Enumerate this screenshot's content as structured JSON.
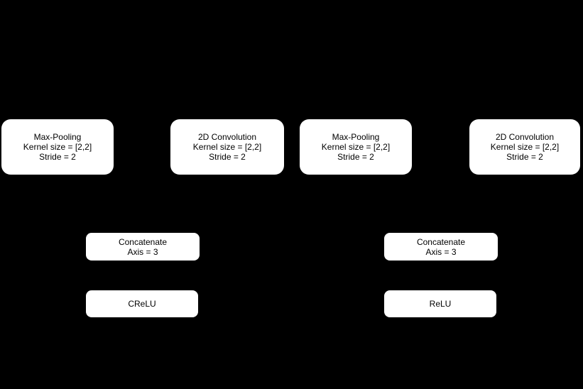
{
  "diagram": {
    "background_color": "#000000",
    "node_background_color": "#ffffff",
    "node_text_color": "#000000",
    "nodes": {
      "maxpool1": {
        "line1": "Max-Pooling",
        "line2": "Kernel size = [2,2]",
        "line3": "Stride = 2"
      },
      "conv1": {
        "line1": "2D Convolution",
        "line2": "Kernel size = [2,2]",
        "line3": "Stride = 2"
      },
      "maxpool2": {
        "line1": "Max-Pooling",
        "line2": "Kernel size = [2,2]",
        "line3": "Stride = 2"
      },
      "conv2": {
        "line1": "2D Convolution",
        "line2": "Kernel size = [2,2]",
        "line3": "Stride = 2"
      },
      "concat1": {
        "line1": "Concatenate",
        "line2": "Axis = 3"
      },
      "concat2": {
        "line1": "Concatenate",
        "line2": "Axis = 3"
      },
      "crelu": {
        "label": "CReLU"
      },
      "relu": {
        "label": "ReLU"
      }
    }
  }
}
